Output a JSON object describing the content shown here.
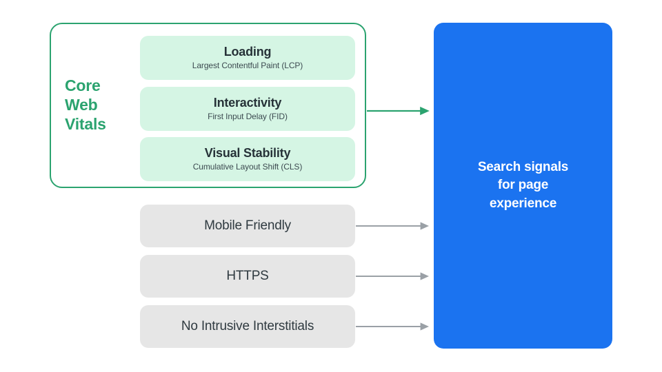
{
  "diagram": {
    "title": "Search signals for page experience",
    "colors": {
      "green_accent": "#2BA36F",
      "green_card": "#D5F5E4",
      "grey_card": "#E6E6E6",
      "blue_box": "#1B73F0",
      "arrow_grey": "#9AA0A6",
      "text_dark": "#263238",
      "text_white": "#FFFFFF"
    },
    "core_web_vitals": {
      "label": "Core Web Vitals",
      "label_lines": [
        "Core",
        "Web",
        "Vitals"
      ],
      "metrics": [
        {
          "title": "Loading",
          "subtitle": "Largest Contentful Paint (LCP)"
        },
        {
          "title": "Interactivity",
          "subtitle": "First Input Delay (FID)"
        },
        {
          "title": "Visual Stability",
          "subtitle": "Cumulative Layout Shift (CLS)"
        }
      ]
    },
    "other_signals": [
      {
        "label": "Mobile Friendly"
      },
      {
        "label": "HTTPS"
      },
      {
        "label": "No Intrusive Interstitials"
      }
    ],
    "destination": {
      "text": "Search signals for page experience",
      "lines": [
        "Search signals",
        "for page",
        "experience"
      ]
    },
    "arrows": [
      {
        "name": "core-web-vitals-arrow",
        "color": "#2BA36F"
      },
      {
        "name": "mobile-friendly-arrow",
        "color": "#9AA0A6"
      },
      {
        "name": "https-arrow",
        "color": "#9AA0A6"
      },
      {
        "name": "no-intrusive-interstitials-arrow",
        "color": "#9AA0A6"
      }
    ]
  }
}
